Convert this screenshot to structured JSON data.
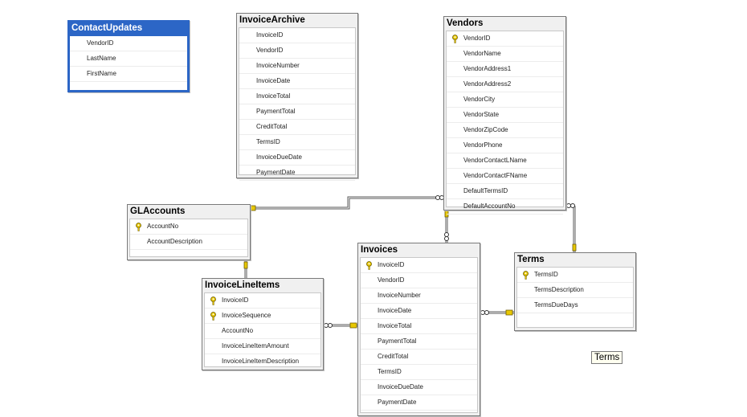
{
  "diagram": {
    "tables": [
      {
        "id": "contact",
        "name": "ContactUpdates",
        "selected": true,
        "columns": [
          {
            "name": "VendorID",
            "pk": false
          },
          {
            "name": "LastName",
            "pk": false
          },
          {
            "name": "FirstName",
            "pk": false
          }
        ]
      },
      {
        "id": "archive",
        "name": "InvoiceArchive",
        "selected": false,
        "columns": [
          {
            "name": "InvoiceID",
            "pk": false
          },
          {
            "name": "VendorID",
            "pk": false
          },
          {
            "name": "InvoiceNumber",
            "pk": false
          },
          {
            "name": "InvoiceDate",
            "pk": false
          },
          {
            "name": "InvoiceTotal",
            "pk": false
          },
          {
            "name": "PaymentTotal",
            "pk": false
          },
          {
            "name": "CreditTotal",
            "pk": false
          },
          {
            "name": "TermsID",
            "pk": false
          },
          {
            "name": "InvoiceDueDate",
            "pk": false
          },
          {
            "name": "PaymentDate",
            "pk": false
          }
        ]
      },
      {
        "id": "vendors",
        "name": "Vendors",
        "selected": false,
        "columns": [
          {
            "name": "VendorID",
            "pk": true
          },
          {
            "name": "VendorName",
            "pk": false
          },
          {
            "name": "VendorAddress1",
            "pk": false
          },
          {
            "name": "VendorAddress2",
            "pk": false
          },
          {
            "name": "VendorCity",
            "pk": false
          },
          {
            "name": "VendorState",
            "pk": false
          },
          {
            "name": "VendorZipCode",
            "pk": false
          },
          {
            "name": "VendorPhone",
            "pk": false
          },
          {
            "name": "VendorContactLName",
            "pk": false
          },
          {
            "name": "VendorContactFName",
            "pk": false
          },
          {
            "name": "DefaultTermsID",
            "pk": false
          },
          {
            "name": "DefaultAccountNo",
            "pk": false
          }
        ]
      },
      {
        "id": "glaccounts",
        "name": "GLAccounts",
        "selected": false,
        "columns": [
          {
            "name": "AccountNo",
            "pk": true
          },
          {
            "name": "AccountDescription",
            "pk": false
          }
        ]
      },
      {
        "id": "invoices",
        "name": "Invoices",
        "selected": false,
        "columns": [
          {
            "name": "InvoiceID",
            "pk": true
          },
          {
            "name": "VendorID",
            "pk": false
          },
          {
            "name": "InvoiceNumber",
            "pk": false
          },
          {
            "name": "InvoiceDate",
            "pk": false
          },
          {
            "name": "InvoiceTotal",
            "pk": false
          },
          {
            "name": "PaymentTotal",
            "pk": false
          },
          {
            "name": "CreditTotal",
            "pk": false
          },
          {
            "name": "TermsID",
            "pk": false
          },
          {
            "name": "InvoiceDueDate",
            "pk": false
          },
          {
            "name": "PaymentDate",
            "pk": false
          }
        ]
      },
      {
        "id": "lineitems",
        "name": "InvoiceLineItems",
        "selected": false,
        "columns": [
          {
            "name": "InvoiceID",
            "pk": true
          },
          {
            "name": "InvoiceSequence",
            "pk": true
          },
          {
            "name": "AccountNo",
            "pk": false
          },
          {
            "name": "InvoiceLineItemAmount",
            "pk": false
          },
          {
            "name": "InvoiceLineItemDescription",
            "pk": false
          }
        ]
      },
      {
        "id": "terms",
        "name": "Terms",
        "selected": false,
        "columns": [
          {
            "name": "TermsID",
            "pk": true
          },
          {
            "name": "TermsDescription",
            "pk": false
          },
          {
            "name": "TermsDueDays",
            "pk": false
          }
        ]
      }
    ],
    "tooltip": "Terms",
    "colors": {
      "selected": "#2c66c6",
      "key": "#e8c800",
      "link": "#5a5a5a"
    }
  }
}
